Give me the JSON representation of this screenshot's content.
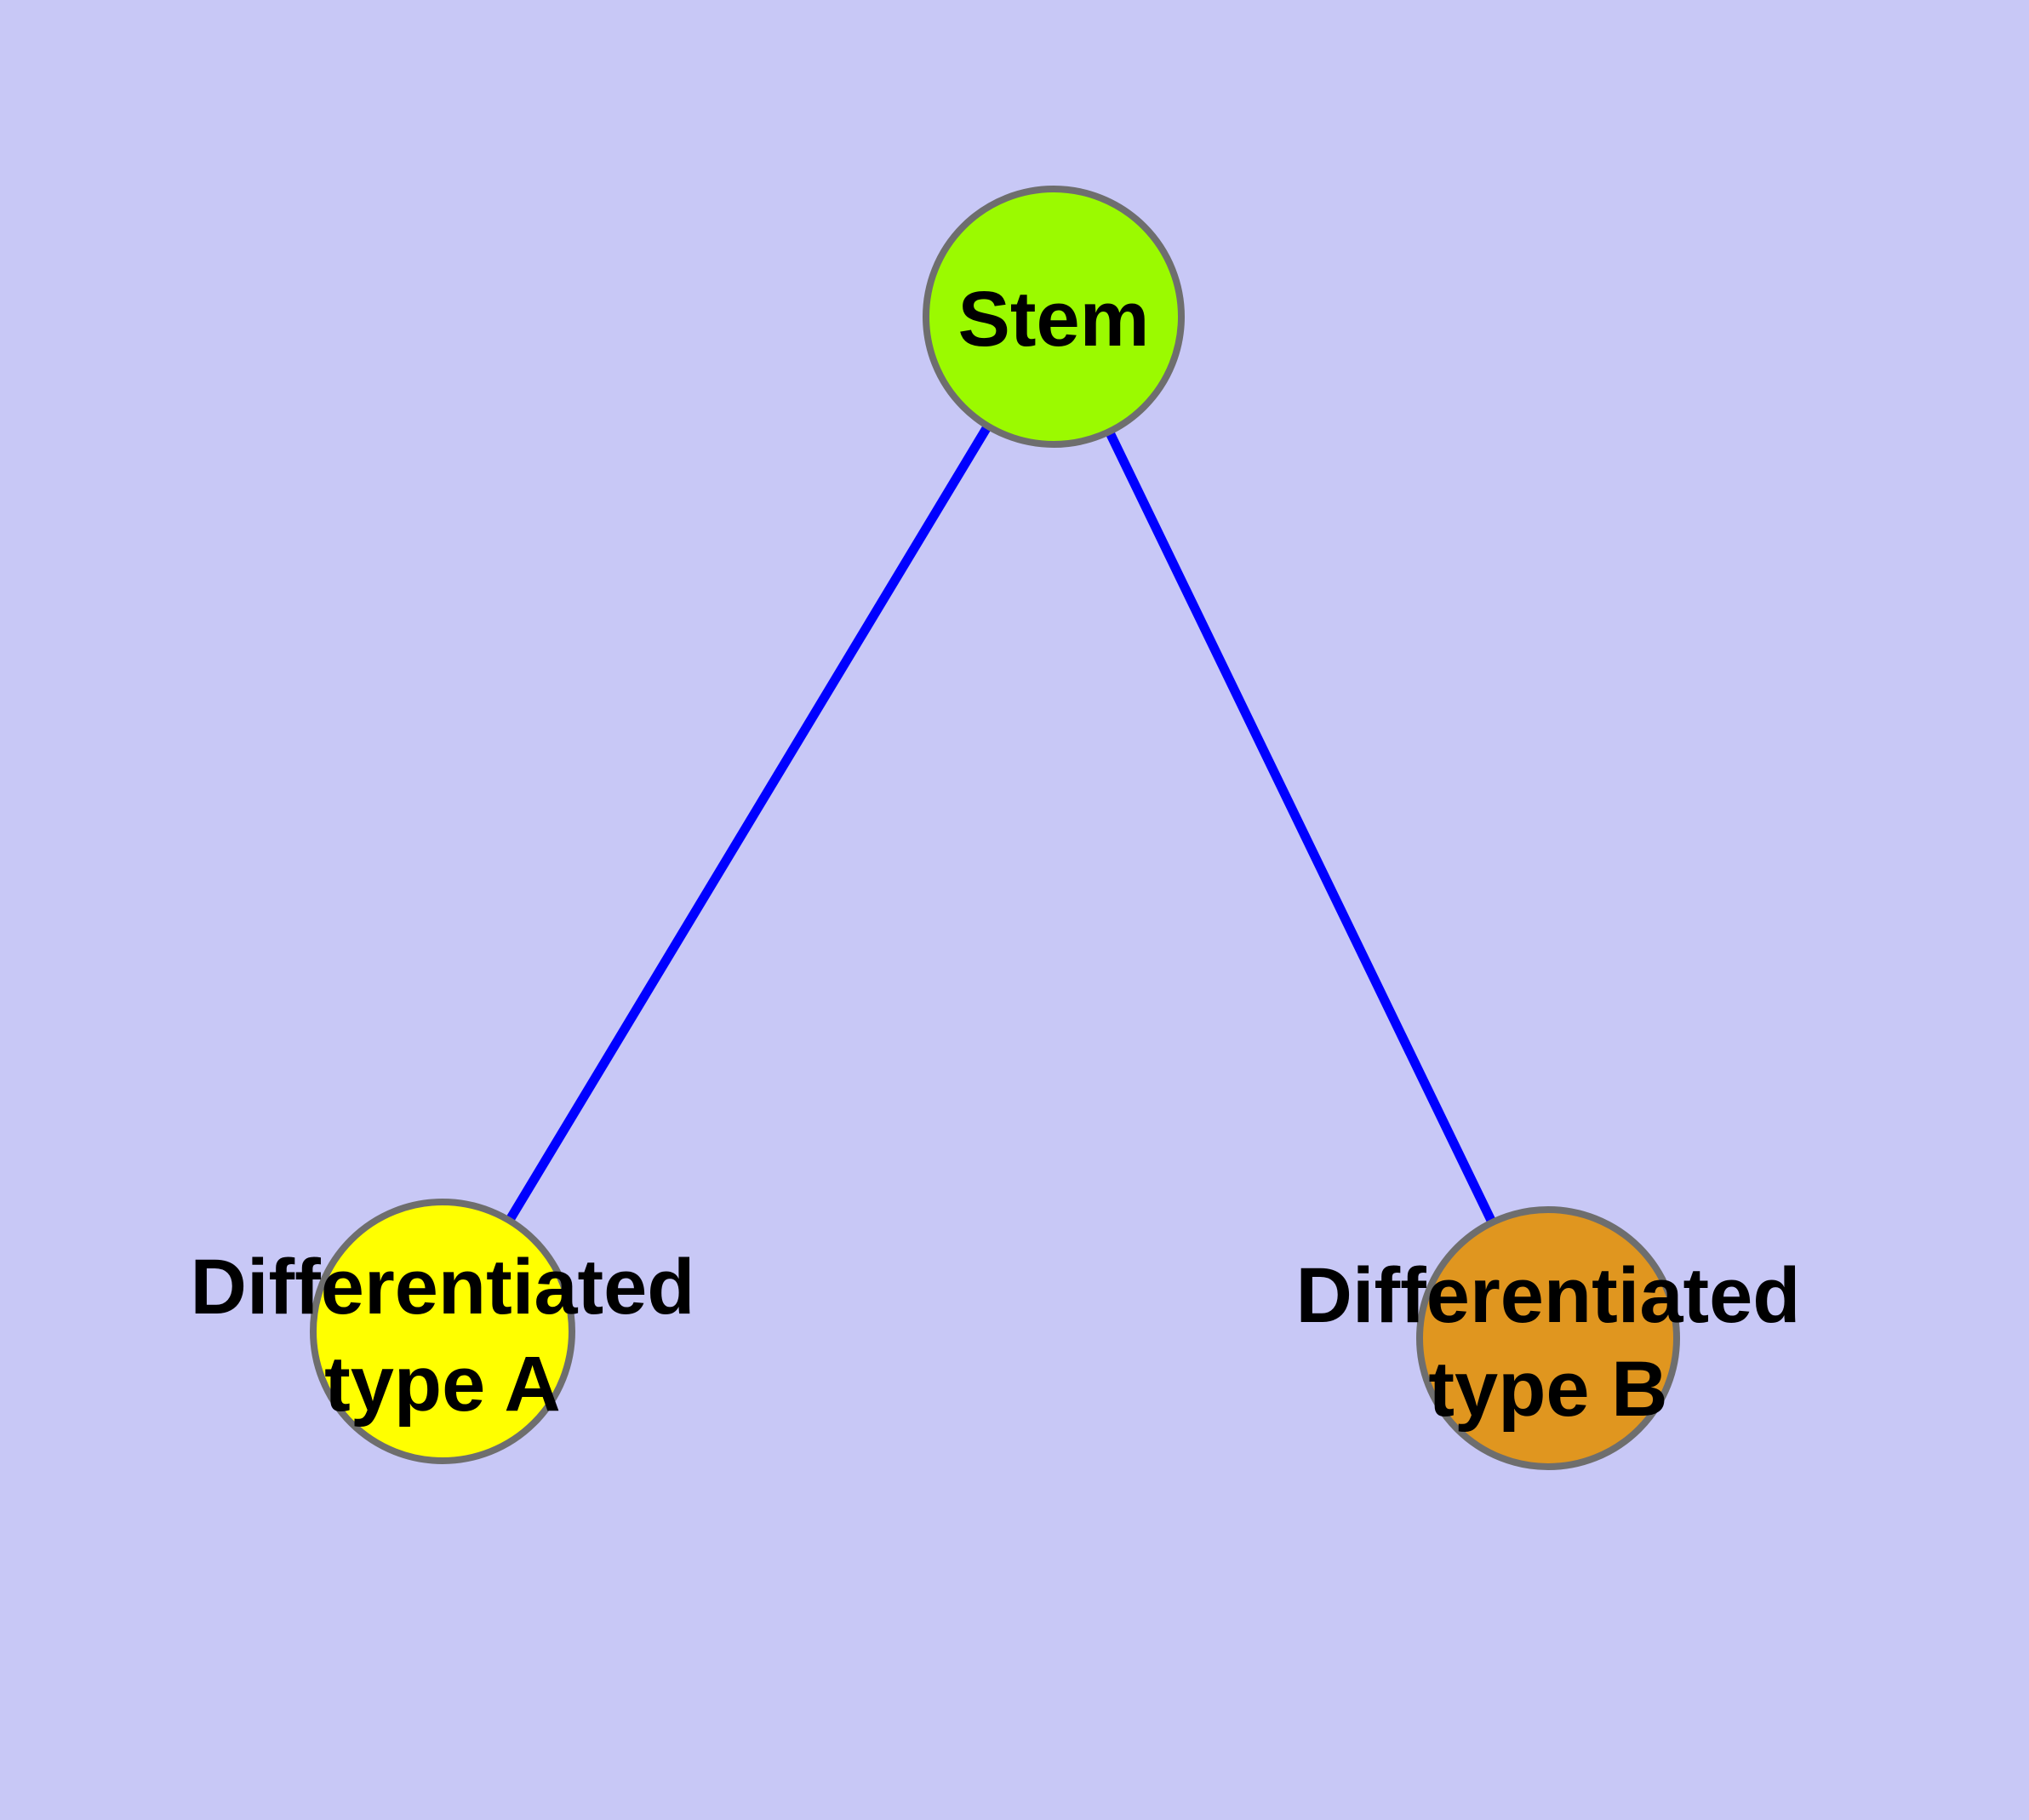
{
  "diagram": {
    "type": "node-link-graph",
    "nodes": {
      "stem": {
        "label": "Stem",
        "fill": "#9BFA00"
      },
      "type_a": {
        "label": "Differentiated type A",
        "line1": "Differentiated",
        "line2": "type A",
        "fill": "#FFFF00"
      },
      "type_b": {
        "label": "Differentiated type B",
        "line1": "Differentiated",
        "line2": "type B",
        "fill": "#E0961F"
      }
    },
    "edges": [
      {
        "from": "Stem",
        "to": "Differentiated type A"
      },
      {
        "from": "Stem",
        "to": "Differentiated type B"
      }
    ],
    "styles": {
      "background": "#C8C8F6",
      "edge_color": "#0000FF",
      "node_border": "#6E6E6E",
      "label_color": "#000000"
    }
  }
}
